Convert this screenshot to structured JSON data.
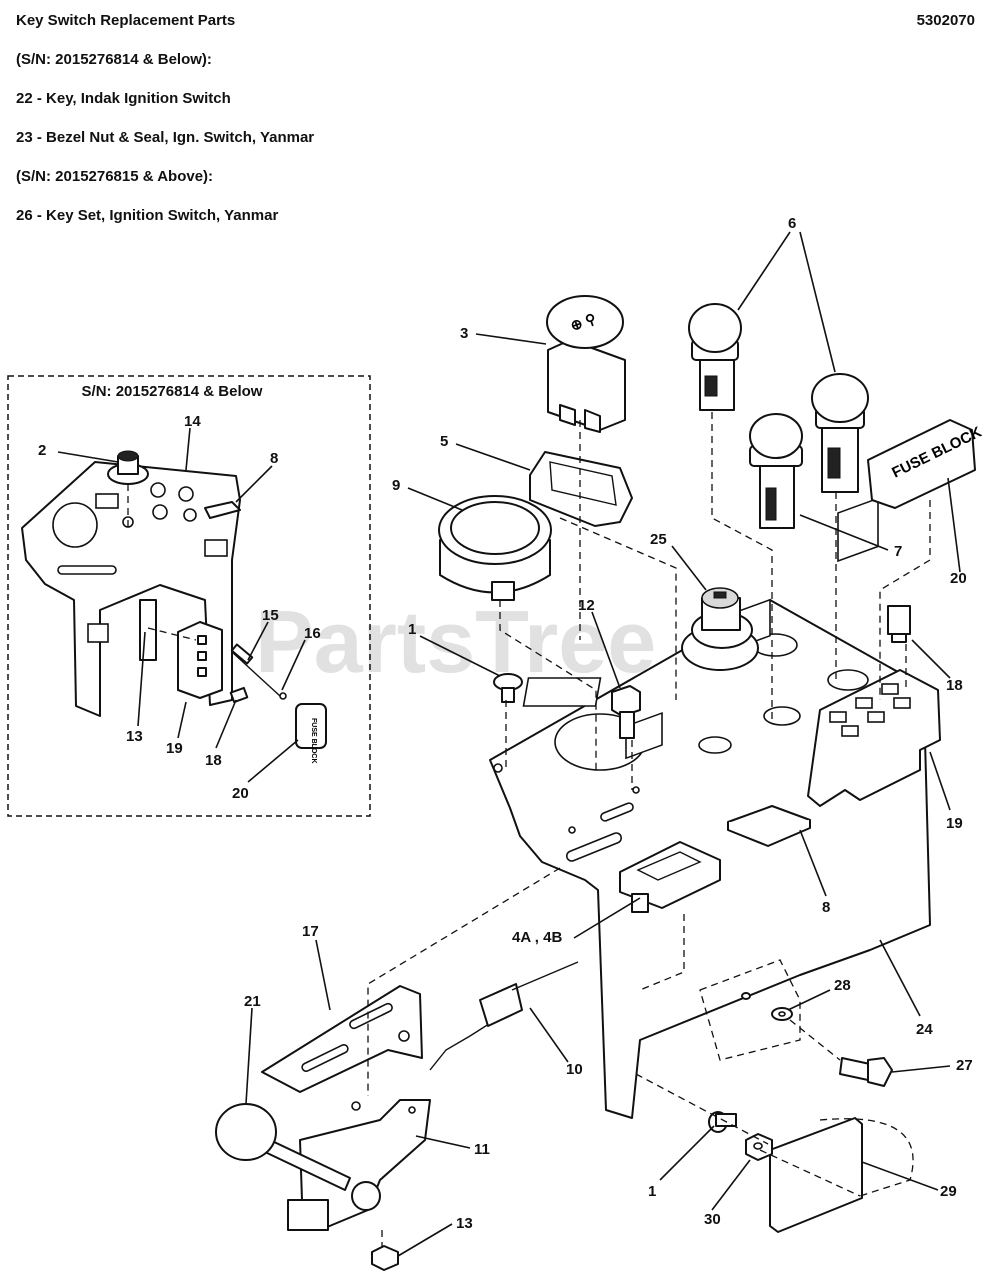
{
  "header": {
    "title": "Key Switch Replacement Parts",
    "doc_number": "5302070",
    "lines": [
      "(S/N: 2015276814 & Below):",
      "22 - Key, Indak Ignition Switch",
      "23 - Bezel Nut & Seal, Ign. Switch, Yanmar",
      "(S/N: 2015276815 & Above):",
      "26 - Key Set, Ignition Switch, Yanmar"
    ]
  },
  "inset": {
    "title": "S/N: 2015276814 & Below",
    "callouts": [
      "2",
      "14",
      "8",
      "15",
      "16",
      "13",
      "19",
      "18",
      "20"
    ],
    "fuse_label": "FUSE BLOCK"
  },
  "main": {
    "callouts": [
      "3",
      "6",
      "5",
      "9",
      "25",
      "7",
      "20",
      "12",
      "1",
      "18",
      "19",
      "8",
      "4A , 4B",
      "17",
      "21",
      "10",
      "24",
      "28",
      "27",
      "11",
      "1",
      "30",
      "29",
      "13"
    ],
    "fuse_label": "FUSE BLOCK"
  },
  "watermark": "PartsTree"
}
